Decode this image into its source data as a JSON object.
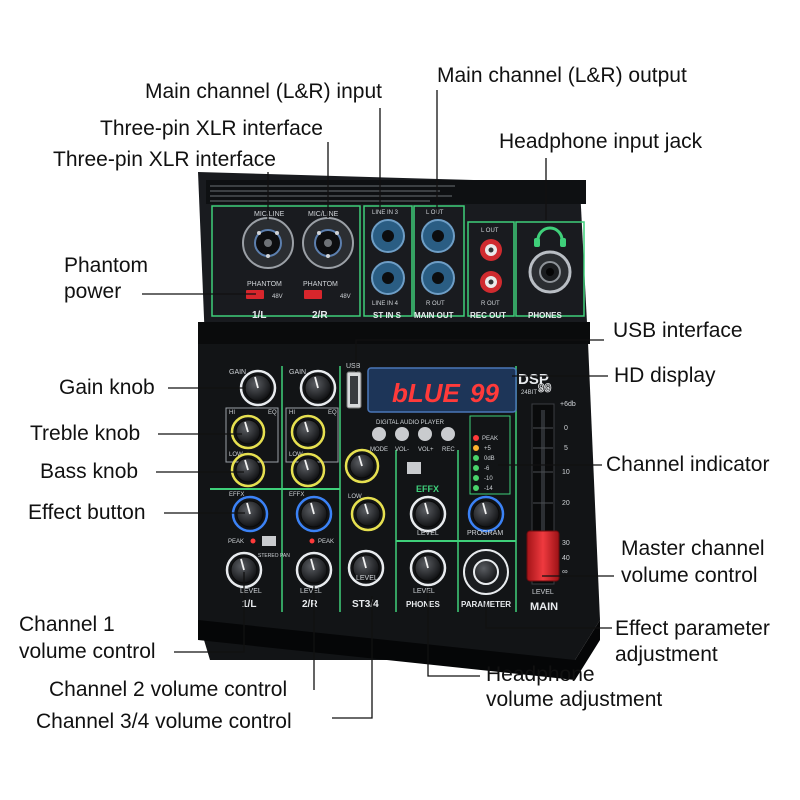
{
  "labels": {
    "main_input": "Main channel (L&R) input",
    "main_output": "Main channel (L&R) output",
    "xlr_1": "Three-pin XLR interface",
    "xlr_2": "Three-pin XLR interface",
    "headphone_jack": "Headphone input jack",
    "phantom_line1": "Phantom",
    "phantom_line2": "power",
    "usb": "USB interface",
    "display": "HD display",
    "gain": "Gain knob",
    "treble": "Treble knob",
    "bass": "Bass knob",
    "effect_button": "Effect button",
    "channel_indicator": "Channel indicator",
    "master_line1": "Master channel",
    "master_line2": "volume control",
    "ch1_line1": "Channel 1",
    "ch1_line2": "volume control",
    "effect_param_line1": "Effect parameter",
    "effect_param_line2": "adjustment",
    "ch2": "Channel 2 volume control",
    "ch34": "Channel 3/4 volume control",
    "hp_vol_line1": "Headphone",
    "hp_vol_line2": "volume adjustment"
  },
  "panel": {
    "mic_line": "MIC/LINE",
    "phantom": "PHANTOM",
    "v48": "48V",
    "ch1": "1/L",
    "ch2": "2/R",
    "line_in3": "LINE IN 3",
    "line_in4": "LINE IN 4",
    "st_in_s": "ST IN S",
    "l_out": "L OUT",
    "r_out": "R OUT",
    "main_out": "MAIN OUT",
    "rec_out": "REC OUT",
    "phones": "PHONES",
    "usb": "USB",
    "display_text": "bLUE",
    "display_num": "99",
    "dsp": "DSP",
    "bit": "24BIT",
    "dsp_num": "99",
    "digital_player": "DIGITAL AUDIO PLAYER",
    "mode": "MODE",
    "vol_minus": "VOL-",
    "vol_plus": "VOL+",
    "rec": "REC",
    "gain": "GAIN",
    "hi": "HI",
    "eq": "EQ",
    "low": "LOW",
    "effx": "EFFX",
    "peak": "PEAK",
    "stereo_pan": "STEREO PAN",
    "level": "LEVEL",
    "st34": "ST3/4",
    "level_effx": "LEVEL",
    "program": "PROGRAM",
    "parameter": "PARAMETER",
    "main": "MAIN",
    "meter_labels": [
      "PEAK",
      "+5",
      "0dB",
      "-6",
      "-10",
      "-14"
    ],
    "fader_scale": [
      "+6db",
      "0",
      "5",
      "10",
      "20",
      "30",
      "40",
      "∞"
    ]
  },
  "colors": {
    "panel": "#141619",
    "accent_green": "#3fd07a",
    "accent_yellow": "#e6e050",
    "accent_blue": "#3b82f6",
    "display_red": "#ff3a3a",
    "fader_red": "#d8262c",
    "label_text": "#111111"
  }
}
